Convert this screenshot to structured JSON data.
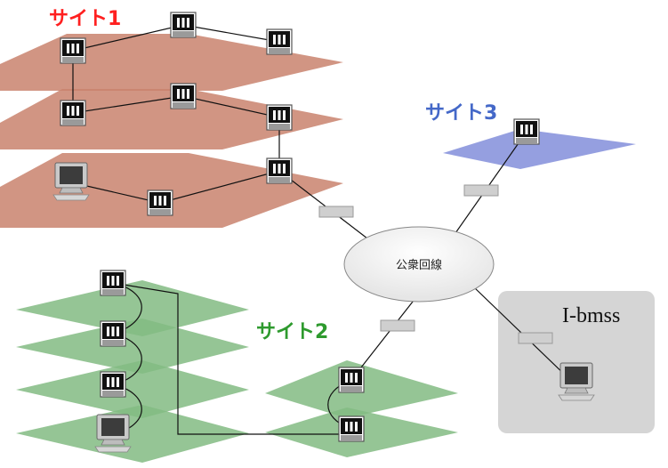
{
  "labels": {
    "site1": "サイト1",
    "site2": "サイト2",
    "site3": "サイト3",
    "network": "公衆回線",
    "ibmss": "I-bmss"
  },
  "colors": {
    "site1": "#ff2020",
    "site2": "#2e9a2e",
    "site3": "#4468c8",
    "floor_site1": "#c9826d",
    "floor_site2": "#82bb82",
    "floor_site3": "#8a95dd"
  },
  "icons": [
    "switch-icon",
    "computer-icon",
    "router-icon"
  ]
}
